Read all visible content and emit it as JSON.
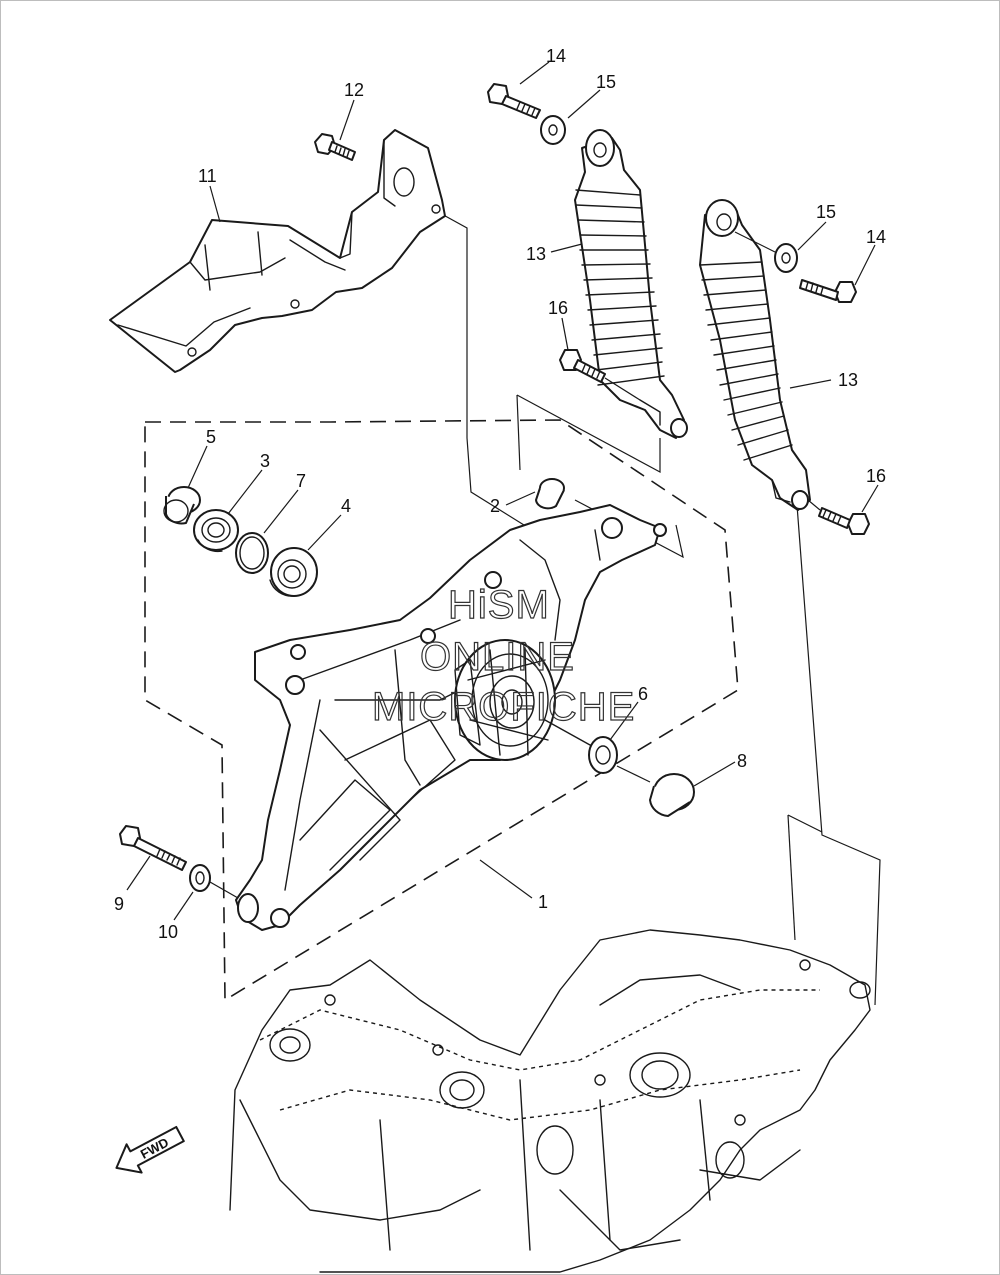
{
  "callouts": {
    "c1": "1",
    "c2": "2",
    "c3": "3",
    "c4": "4",
    "c5": "5",
    "c6": "6",
    "c7": "7",
    "c8": "8",
    "c9": "9",
    "c10": "10",
    "c11": "11",
    "c12": "12",
    "c13a": "13",
    "c13b": "13",
    "c14a": "14",
    "c14b": "14",
    "c15a": "15",
    "c15b": "15",
    "c16a": "16",
    "c16b": "16"
  },
  "watermark": {
    "line1": "HiSM",
    "line2": "ONLINE",
    "line3": "MICROFICHE"
  },
  "fwd_label": "FWD"
}
